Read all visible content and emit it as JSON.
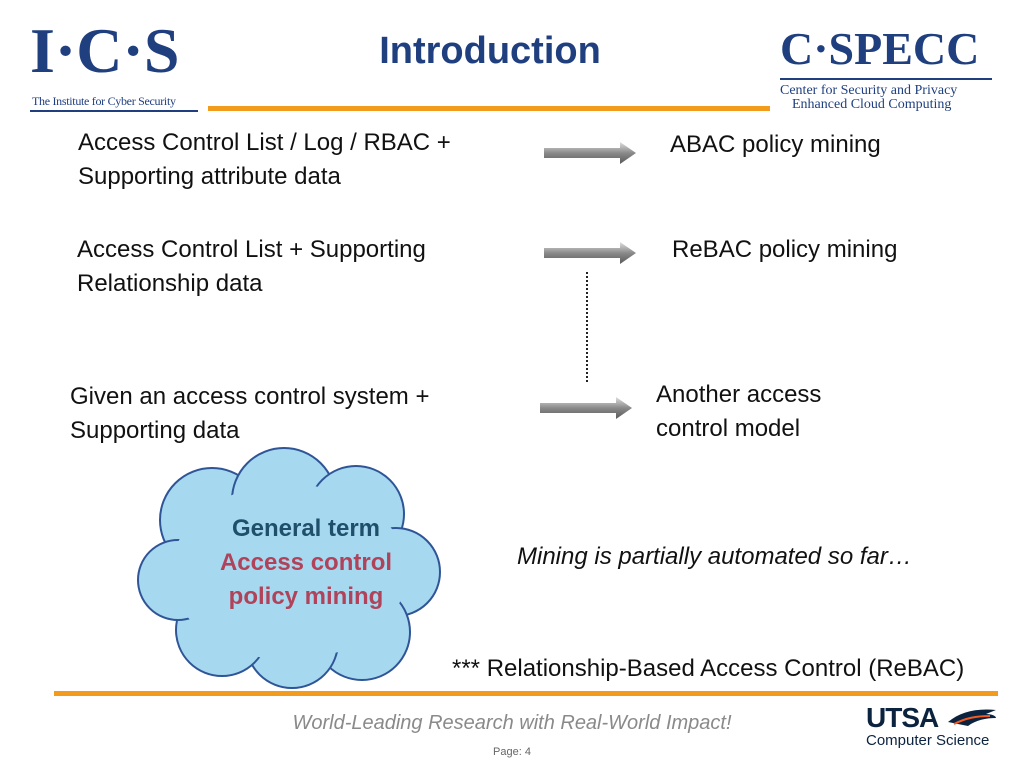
{
  "header": {
    "ics_logo_mark": "I·C·S",
    "ics_logo_subtitle": "The Institute for Cyber Security",
    "title": "Introduction",
    "cspecc_logo_mark": "C·SPECC",
    "cspecc_line1": "Center for Security and Privacy",
    "cspecc_line2": "Enhanced Cloud Computing"
  },
  "rows": [
    {
      "input_line1": "Access Control List / Log / RBAC +",
      "input_line2": "Supporting attribute data",
      "output": "ABAC policy mining"
    },
    {
      "input_line1": "Access Control List + Supporting",
      "input_line2": "Relationship data",
      "output": "ReBAC policy mining"
    },
    {
      "input_line1": "Given an access control system +",
      "input_line2": "Supporting data",
      "output_line1": "Another access",
      "output_line2": "control model"
    }
  ],
  "cloud": {
    "line1": "General term",
    "line2": "Access control",
    "line3": "policy mining"
  },
  "note": "Mining is partially automated so far…",
  "footnote": "*** Relationship-Based Access Control (ReBAC)",
  "footer": {
    "tagline": "World-Leading Research with Real-World Impact!",
    "page_label": "Page:  4",
    "utsa_mark": "UTSA",
    "utsa_sub": "Computer Science"
  },
  "colors": {
    "brand_blue": "#1f3f7f",
    "accent_orange": "#f29b1c",
    "cloud_fill": "#a6d8f0",
    "cloud_stroke": "#2f5597"
  }
}
